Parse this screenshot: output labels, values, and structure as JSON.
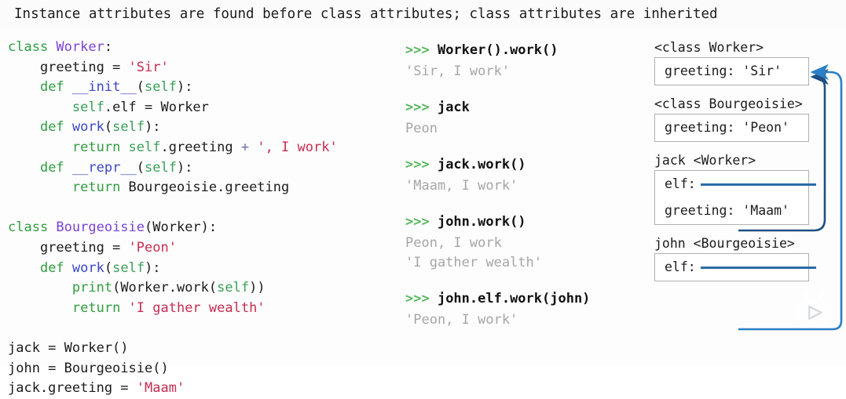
{
  "title": "Instance attributes are found before class attributes; class attributes are inherited",
  "colors": {
    "keyword": "#2f9e41",
    "class_name": "#7a42d6",
    "function_name": "#3b46c4",
    "self": "#3aa05a",
    "string": "#c72d52",
    "plain": "#1c1c1c",
    "prompt": "#57b75e",
    "repl_output": "#a6a6a6",
    "arrow_dark": "#1f4f82",
    "arrow_light": "#2b7fc4",
    "box_border": "#b0b0b0",
    "background": "#fdfdfd"
  },
  "code": {
    "lines": [
      [
        {
          "t": "class ",
          "c": "kw"
        },
        {
          "t": "Worker",
          "c": "cls"
        },
        {
          "t": ":",
          "c": "pln"
        }
      ],
      [
        {
          "t": "    greeting = ",
          "c": "pln"
        },
        {
          "t": "'Sir'",
          "c": "str"
        }
      ],
      [
        {
          "t": "    ",
          "c": "pln"
        },
        {
          "t": "def ",
          "c": "kw"
        },
        {
          "t": "__init__",
          "c": "fn"
        },
        {
          "t": "(",
          "c": "pln"
        },
        {
          "t": "self",
          "c": "slf"
        },
        {
          "t": "):",
          "c": "pln"
        }
      ],
      [
        {
          "t": "        ",
          "c": "pln"
        },
        {
          "t": "self",
          "c": "slf"
        },
        {
          "t": ".elf = Worker",
          "c": "pln"
        }
      ],
      [
        {
          "t": "    ",
          "c": "pln"
        },
        {
          "t": "def ",
          "c": "kw"
        },
        {
          "t": "work",
          "c": "fn"
        },
        {
          "t": "(",
          "c": "pln"
        },
        {
          "t": "self",
          "c": "slf"
        },
        {
          "t": "):",
          "c": "pln"
        }
      ],
      [
        {
          "t": "        ",
          "c": "pln"
        },
        {
          "t": "return ",
          "c": "kw"
        },
        {
          "t": "self",
          "c": "slf"
        },
        {
          "t": ".greeting ",
          "c": "pln"
        },
        {
          "t": "+ ",
          "c": "op"
        },
        {
          "t": "', I work'",
          "c": "str"
        }
      ],
      [
        {
          "t": "    ",
          "c": "pln"
        },
        {
          "t": "def ",
          "c": "kw"
        },
        {
          "t": "__repr__",
          "c": "fn"
        },
        {
          "t": "(",
          "c": "pln"
        },
        {
          "t": "self",
          "c": "slf"
        },
        {
          "t": "):",
          "c": "pln"
        }
      ],
      [
        {
          "t": "        ",
          "c": "pln"
        },
        {
          "t": "return ",
          "c": "kw"
        },
        {
          "t": "Bourgeoisie.greeting",
          "c": "pln"
        }
      ],
      [
        {
          "t": "",
          "c": "pln"
        }
      ],
      [
        {
          "t": "class ",
          "c": "kw"
        },
        {
          "t": "Bourgeoisie",
          "c": "cls"
        },
        {
          "t": "(Worker):",
          "c": "pln"
        }
      ],
      [
        {
          "t": "    greeting = ",
          "c": "pln"
        },
        {
          "t": "'Peon'",
          "c": "str"
        }
      ],
      [
        {
          "t": "    ",
          "c": "pln"
        },
        {
          "t": "def ",
          "c": "kw"
        },
        {
          "t": "work",
          "c": "fn"
        },
        {
          "t": "(",
          "c": "pln"
        },
        {
          "t": "self",
          "c": "slf"
        },
        {
          "t": "):",
          "c": "pln"
        }
      ],
      [
        {
          "t": "        ",
          "c": "pln"
        },
        {
          "t": "print",
          "c": "kw"
        },
        {
          "t": "(Worker.work(",
          "c": "pln"
        },
        {
          "t": "self",
          "c": "slf"
        },
        {
          "t": "))",
          "c": "pln"
        }
      ],
      [
        {
          "t": "        ",
          "c": "pln"
        },
        {
          "t": "return ",
          "c": "kw"
        },
        {
          "t": "'I gather wealth'",
          "c": "str"
        }
      ],
      [
        {
          "t": "",
          "c": "pln"
        }
      ],
      [
        {
          "t": "jack = Worker()",
          "c": "pln"
        }
      ],
      [
        {
          "t": "john = Bourgeoisie()",
          "c": "pln"
        }
      ],
      [
        {
          "t": "jack.greeting = ",
          "c": "pln"
        },
        {
          "t": "'Maam'",
          "c": "str"
        }
      ]
    ]
  },
  "repl": {
    "prompt": ">>>",
    "blocks": [
      {
        "input": "Worker().work()",
        "outputs": [
          "'Sir, I work'"
        ]
      },
      {
        "input": "jack",
        "outputs": [
          "Peon"
        ]
      },
      {
        "input": "jack.work()",
        "outputs": [
          "'Maam, I work'"
        ]
      },
      {
        "input": "john.work()",
        "outputs": [
          "Peon, I work",
          "'I gather wealth'"
        ]
      },
      {
        "input": "john.elf.work(john)",
        "outputs": [
          "'Peon, I work'"
        ]
      }
    ]
  },
  "diagram": {
    "objects": [
      {
        "label": "<class Worker>",
        "rows": [
          {
            "text": "greeting: 'Sir'",
            "ref": false
          }
        ]
      },
      {
        "label": "<class Bourgeoisie>",
        "rows": [
          {
            "text": "greeting: 'Peon'",
            "ref": false
          }
        ]
      },
      {
        "label": "jack <Worker>",
        "rows": [
          {
            "text": "elf:",
            "ref": true
          },
          {
            "text": "greeting: 'Maam'",
            "ref": false
          }
        ]
      },
      {
        "label": "john <Bourgeoisie>",
        "rows": [
          {
            "text": "elf:",
            "ref": true
          }
        ]
      }
    ]
  },
  "watermark": {
    "name": "tv-play-logo"
  }
}
